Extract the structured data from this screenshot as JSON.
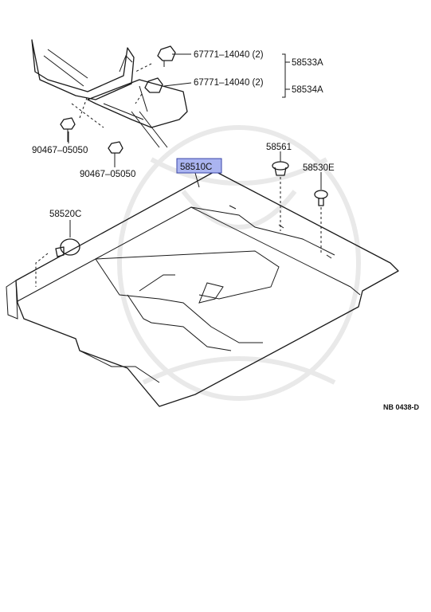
{
  "diagram": {
    "labels": {
      "part_67771_upper": "67771–14040 (2)",
      "part_67771_lower": "67771–14040 (2)",
      "part_58533A": "58533A",
      "part_58534A": "58534A",
      "part_90467_left": "90467–05050",
      "part_90467_right": "90467–05050",
      "part_58561": "58561",
      "part_58510C": "58510C",
      "part_58530E": "58530E",
      "part_58520C": "58520C",
      "diagram_code": "NB  0438-D"
    },
    "highlight_color": "#aab4f0",
    "line_color": "#1a1a1a"
  }
}
